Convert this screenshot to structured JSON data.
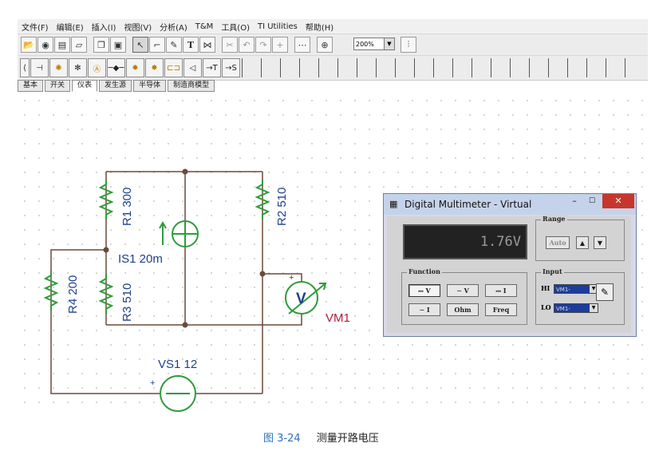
{
  "menu": [
    "文件(F)",
    "编辑(E)",
    "插入(I)",
    "视图(V)",
    "分析(A)",
    "T&M",
    "工具(O)",
    "TI Utilities",
    "帮助(H)"
  ],
  "toolbar": {
    "zoom": "200%"
  },
  "tabs": [
    "基本",
    "开关",
    "仪表",
    "发生源",
    "半导体",
    "制造商模型"
  ],
  "active_tab": "仪表",
  "circuit": {
    "r1": "R1 300",
    "r2": "R2 510",
    "r3": "R3 510",
    "r4": "R4 200",
    "is1": "IS1 20m",
    "vs1": "VS1 12",
    "vm1": "VM1",
    "vm_symbol": "V",
    "plus": "+",
    "wire_color": "#6b4a3a",
    "component_color": "#2e9c3a",
    "label_color": "#1d3f8c",
    "meter_label_color": "#b0203a"
  },
  "dmm": {
    "title": "Digital Multimeter - Virtual",
    "reading": "1.76V",
    "range_label": "Range",
    "auto_label": "Auto",
    "function_label": "Function",
    "input_label": "Input",
    "buttons": {
      "dcv": "⎓ V",
      "acv": "∼ V",
      "dci": "⎓ I",
      "aci": "∼ I",
      "ohm": "Ohm",
      "freq": "Freq"
    },
    "hi_label": "HI",
    "lo_label": "LO",
    "hi_value": "VM1-",
    "lo_value": "VM1-"
  },
  "caption": {
    "number": "图 3-24",
    "text": "测量开路电压"
  }
}
